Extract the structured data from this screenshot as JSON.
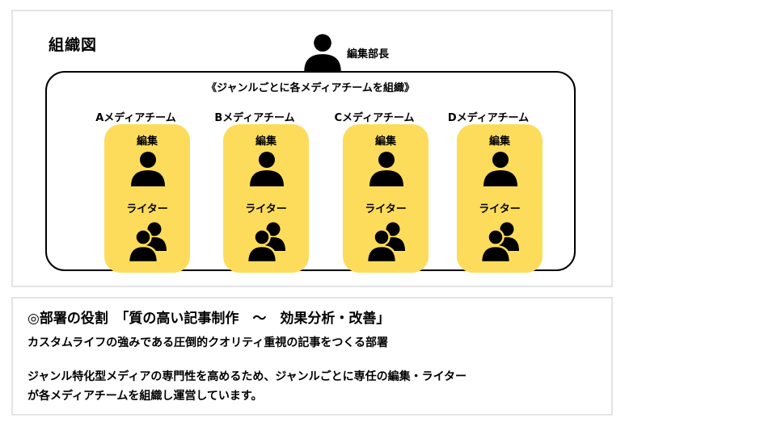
{
  "org_chart": {
    "title": "組織図",
    "chief": {
      "label": "編集部長",
      "icon": "person-icon"
    },
    "group_caption": "《ジャンルごとに各メディアチームを組織》",
    "teams": [
      {
        "name": "Aメディアチーム",
        "editor_label": "編集",
        "writer_label": "ライター"
      },
      {
        "name": "Bメディアチーム",
        "editor_label": "編集",
        "writer_label": "ライター"
      },
      {
        "name": "Cメディアチーム",
        "editor_label": "編集",
        "writer_label": "ライター"
      },
      {
        "name": "Dメディアチーム",
        "editor_label": "編集",
        "writer_label": "ライター"
      }
    ],
    "colors": {
      "card": "#fddc5c",
      "border": "#e3e3e3",
      "ink": "#000000"
    }
  },
  "description": {
    "heading": "◎部署の役割　「質の高い記事制作　〜　効果分析・改善」",
    "line1": "カスタムライフの強みである圧倒的クオリティ重視の記事をつくる部署",
    "line2": "ジャンル特化型メディアの専門性を高めるため、ジャンルごとに専任の編集・ライター",
    "line3": "が各メディアチームを組織し運営しています。"
  }
}
